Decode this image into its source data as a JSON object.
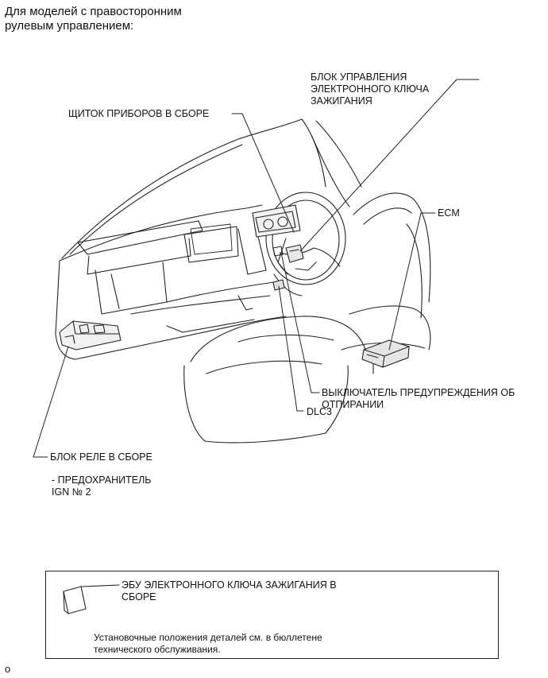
{
  "heading": {
    "line1": "Для моделей с правосторонним",
    "line2": "рулевым управлением:"
  },
  "labels": {
    "immobilizer_ecu_line1": "БЛОК УПРАВЛЕНИЯ",
    "immobilizer_ecu_line2": "ЭЛЕКТРОННОГО КЛЮЧА",
    "immobilizer_ecu_line3": "ЗАЖИГАНИЯ",
    "combination_meter": "ЩИТОК ПРИБОРОВ В СБОРЕ",
    "ecm": "ECM",
    "unlock_warning_line1": "ВЫКЛЮЧАТЕЛЬ ПРЕДУПРЕЖДЕНИЯ ОБ",
    "unlock_warning_line2": "ОТПИРАНИИ",
    "dlc3": "DLC3",
    "relay_block": "БЛОК РЕЛЕ В СБОРЕ",
    "fuse_line1": "- ПРЕДОХРАНИТЕЛЬ",
    "fuse_line2": "IGN № 2"
  },
  "legend": {
    "item_line1": "ЭБУ ЭЛЕКТРОННОГО КЛЮЧА ЗАЖИГАНИЯ В",
    "item_line2": "СБОРЕ",
    "note_line1": "Установочные положения деталей см. в бюллетене",
    "note_line2": "технического обслуживания."
  },
  "footer": "o"
}
